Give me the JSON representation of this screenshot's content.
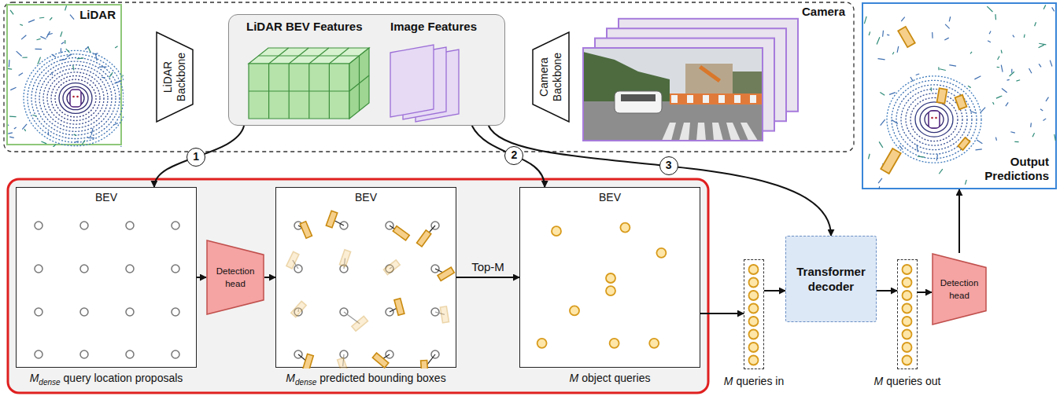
{
  "diagram": {
    "nodes": [
      {
        "text": [
          "LiDAR"
        ]
      },
      {
        "text": [
          "LiDAR Backbone"
        ]
      },
      {
        "text": [
          "LiDAR BEV Features",
          "Image Features"
        ]
      },
      {
        "text": [
          "Camera Backbone"
        ]
      },
      {
        "text": [
          "Camera"
        ]
      },
      {
        "text": [
          "Output Predictions"
        ]
      },
      {
        "text": [
          "BEV",
          "M",
          "dense",
          "query location proposals"
        ]
      },
      {
        "text": [
          "Detection head"
        ]
      },
      {
        "text": [
          "BEV",
          "M",
          "dense",
          "predicted bounding boxes"
        ]
      },
      {
        "text": [
          "BEV",
          "M",
          "object queries"
        ]
      },
      {
        "text": [
          "M",
          "queries in"
        ]
      },
      {
        "text": [
          "Transformer decoder"
        ]
      },
      {
        "text": [
          "M",
          "queries out"
        ]
      },
      {
        "text": [
          "Detection head"
        ]
      }
    ],
    "edges": [
      {
        "from": 2,
        "to": 6,
        "arrow": "to",
        "label": "1"
      },
      {
        "from": 2,
        "to": 9,
        "arrow": "to",
        "label": "2"
      },
      {
        "from": 2,
        "to": 11,
        "arrow": "to",
        "label": "3"
      },
      {
        "from": 6,
        "to": 7,
        "arrow": "to"
      },
      {
        "from": 7,
        "to": 8,
        "arrow": "to"
      },
      {
        "from": 8,
        "to": 9,
        "arrow": "to",
        "label": "Top-M"
      },
      {
        "from": 9,
        "to": 10,
        "arrow": "to"
      },
      {
        "from": 10,
        "to": 11,
        "arrow": "to"
      },
      {
        "from": 11,
        "to": 12,
        "arrow": "to"
      },
      {
        "from": 12,
        "to": 13,
        "arrow": "to"
      },
      {
        "from": 13,
        "to": 5,
        "arrow": "to"
      }
    ]
  }
}
